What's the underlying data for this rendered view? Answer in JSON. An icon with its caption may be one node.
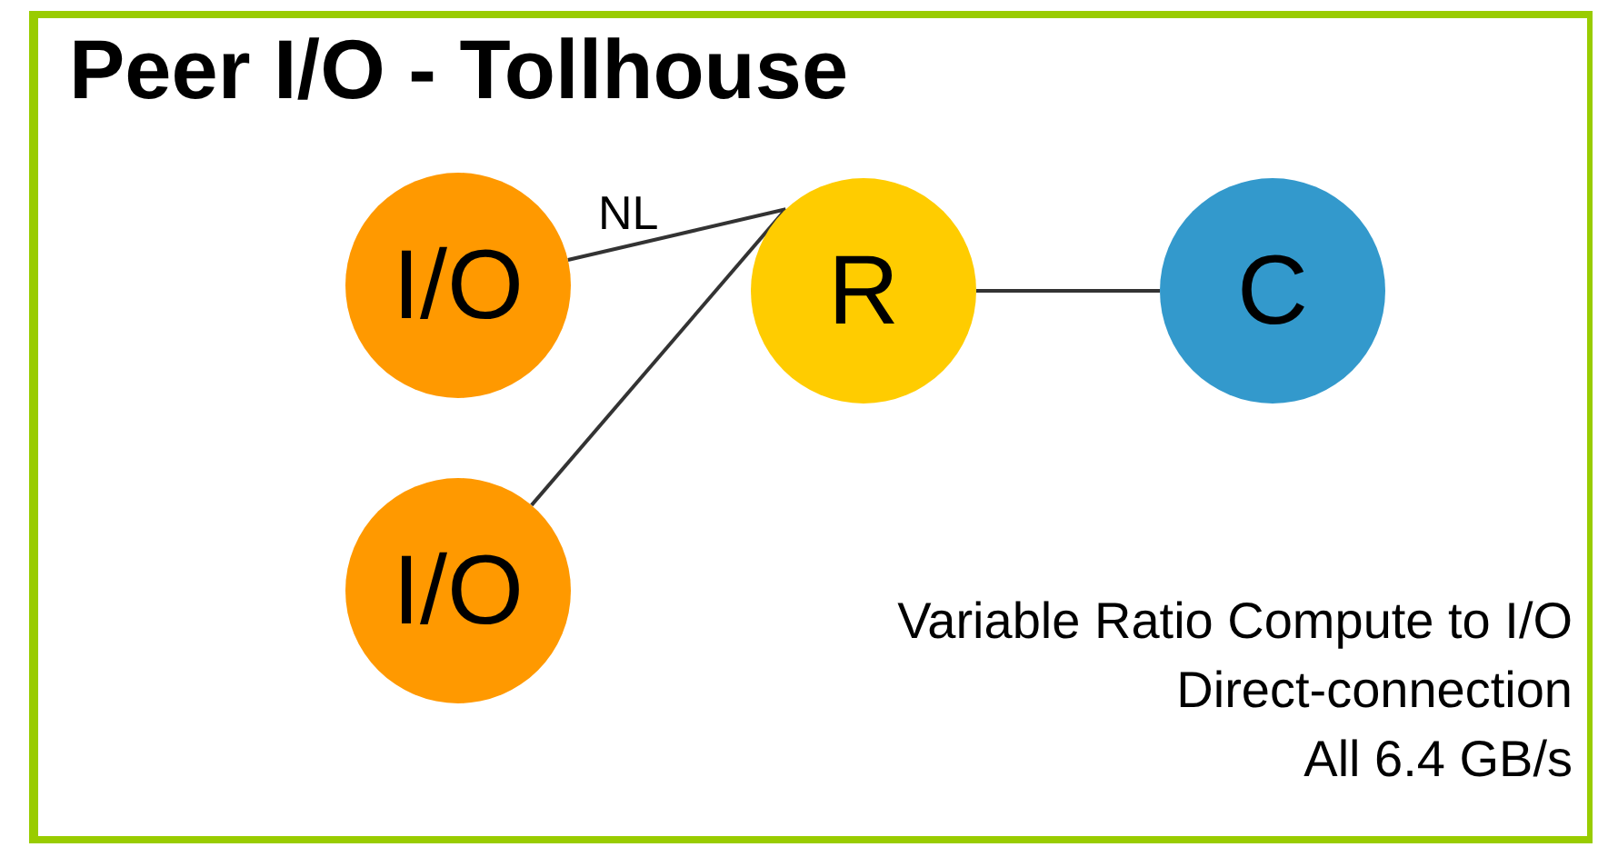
{
  "diagram": {
    "title": "Peer I/O - Tollhouse",
    "nodes": [
      {
        "text": [
          "I/O"
        ]
      },
      {
        "text": [
          "R"
        ]
      },
      {
        "text": [
          "C"
        ]
      },
      {
        "text": [
          "I/O"
        ]
      }
    ],
    "edges": [
      {
        "from": 0,
        "to": 1,
        "arrow": "none",
        "label": "NL"
      },
      {
        "from": 3,
        "to": 1,
        "arrow": "none"
      },
      {
        "from": 1,
        "to": 2,
        "arrow": "none"
      }
    ],
    "labels": [
      "Variable Ratio Compute to I/O",
      "Direct-connection",
      "All 6.4 GB/s"
    ]
  }
}
